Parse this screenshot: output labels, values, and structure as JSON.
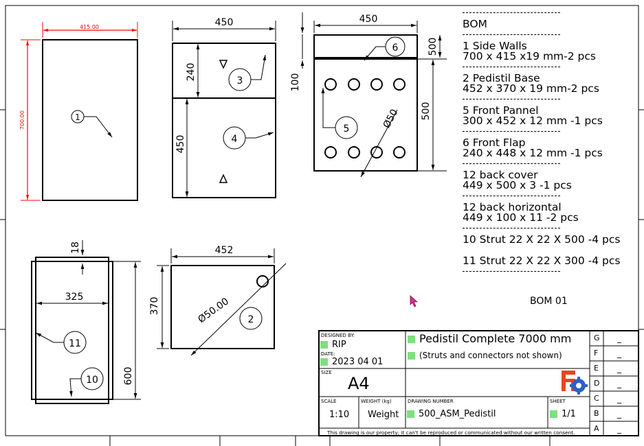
{
  "dims": {
    "view1_width": "415.00",
    "view1_height": "700.00",
    "view1_balloon": "1",
    "view2_width": "450",
    "view2_upper": "240",
    "view2_lower": "450",
    "view2_balloon_upper": "3",
    "view2_balloon_lower": "4",
    "view3_width": "450",
    "view3_flap": "500",
    "view3_depth": "100",
    "view3_height": "500",
    "view3_hole": "Ø50",
    "view3_balloon_flap": "6",
    "view3_balloon_panel": "5",
    "view4_top": "18",
    "view4_width": "325",
    "view4_height": "600",
    "view4_balloon_a": "11",
    "view4_balloon_b": "10",
    "view5_width": "452",
    "view5_height": "370",
    "view5_hole": "Ø50.00",
    "view5_balloon": "2"
  },
  "bom": {
    "title": "BOM",
    "items": [
      {
        "name": "1 Side Walls",
        "detail": "700 x 415 x19 mm-2 pcs"
      },
      {
        "name": "2 Pedistil Base",
        "detail": "452 x 370 x 19 mm-2 pcs"
      },
      {
        "name": "5 Front Pannel",
        "detail": "300 x 452 x 12 mm -1 pcs"
      },
      {
        "name": "6 Front Flap",
        "detail": "240 x 448 x 12 mm -1 pcs"
      },
      {
        "name": "12 back cover",
        "detail": "449 x 500 x 3 -1 pcs"
      },
      {
        "name": "12 back horizontal",
        "detail": "449 x 100 x 11 -2 pcs"
      }
    ],
    "struts": [
      "10 Strut 22 X 22 X 500 -4 pcs",
      "11 Strut 22 X 22 X 300 -4 pcs"
    ],
    "label": "BOM 01"
  },
  "title_block": {
    "designed_by_label": "DESIGNED BY:",
    "designed_by": "RIP",
    "date_label": "DATE:",
    "date": "2023 04 01",
    "size_label": "SIZE",
    "size": "A4",
    "title": "Pedistil Complete 7000 mm",
    "subtitle": "(Struts and connectors not shown)",
    "scale_label": "SCALE",
    "scale": "1:10",
    "weight_label": "WEIGHT (kg)",
    "weight": "Weight",
    "drawing_number_label": "DRAWING NUMBER",
    "drawing_number": "500_ASM_Pedistil",
    "sheet_label": "SHEET",
    "sheet": "1/1",
    "notice": "This drawing is our property; it can't be reproduced or communicated without our written consent.",
    "revisions": [
      "G",
      "F",
      "E",
      "D",
      "C",
      "B",
      "A"
    ],
    "revision_values": [
      "_",
      "_",
      "_",
      "_",
      "_",
      "_",
      "_"
    ]
  },
  "colors": {
    "highlight": "#ff0000",
    "green_marker": "#7ee07e",
    "logo_red": "#e8461e",
    "logo_blue": "#2a62c9",
    "cursor": "#d0308f"
  },
  "icons": {
    "logo": "freecad-logo-icon",
    "cursor": "mouse-cursor-icon"
  }
}
